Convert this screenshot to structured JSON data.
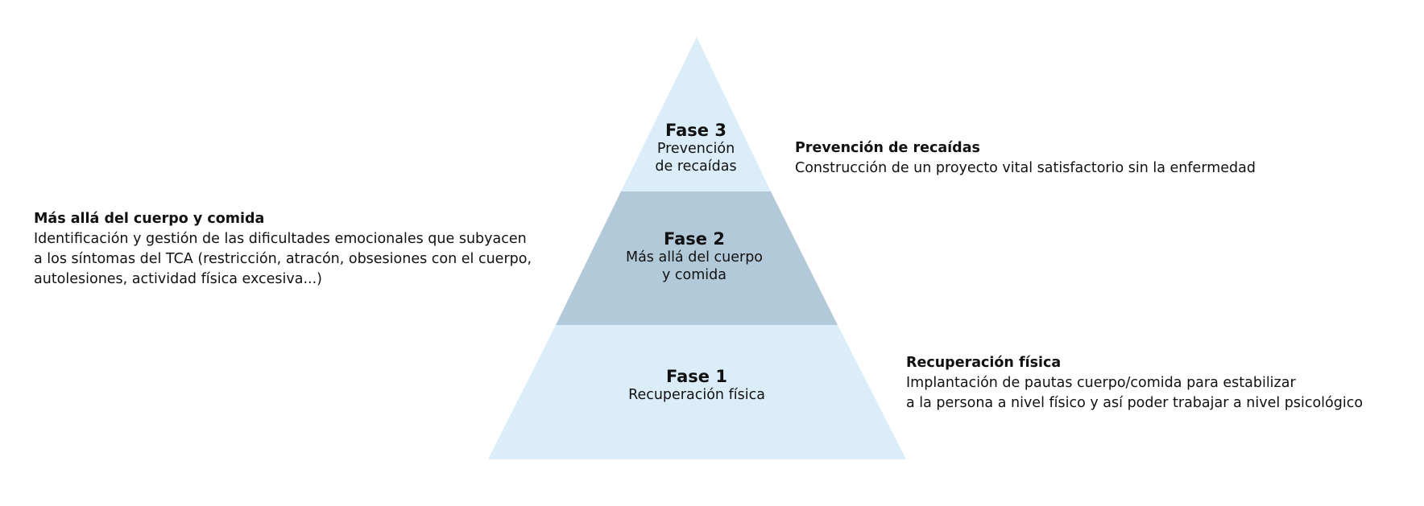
{
  "colors": {
    "tier_light": "#dbedf8",
    "tier_mid": "#b2c9d9",
    "text": "#111111"
  },
  "pyramid": {
    "phases": [
      {
        "title": "Fase 3",
        "subtitle_lines": [
          "Prevención",
          "de recaídas"
        ]
      },
      {
        "title": "Fase 2",
        "subtitle_lines": [
          "Más allá del cuerpo",
          "y comida"
        ]
      },
      {
        "title": "Fase 1",
        "subtitle_lines": [
          "Recuperación física"
        ]
      }
    ]
  },
  "notes": {
    "phase3": {
      "heading": "Prevención de recaídas",
      "lines": [
        "Construcción de un proyecto vital satisfactorio sin la enfermedad"
      ]
    },
    "phase2": {
      "heading": "Más allá del cuerpo y comida",
      "lines": [
        "Identificación y gestión de las dificultades emocionales que subyacen",
        "a los síntomas del TCA (restricción, atracón, obsesiones con el cuerpo,",
        "autolesiones, actividad física excesiva...)"
      ]
    },
    "phase1": {
      "heading": "Recuperación física",
      "lines": [
        "Implantación de pautas cuerpo/comida para estabilizar",
        "a la persona a nivel físico y así poder trabajar a nivel psicológico"
      ]
    }
  }
}
